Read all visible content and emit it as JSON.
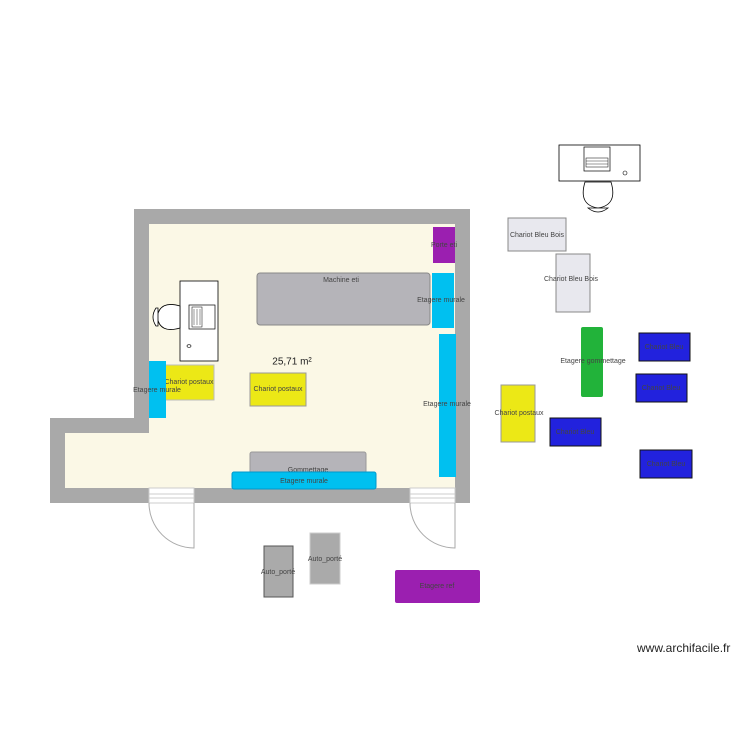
{
  "plan": {
    "area_label": "25,71 m²",
    "watermark": "www.archifacile.fr",
    "colors": {
      "wall": "#a9a9a9",
      "floor": "#fbf8e6",
      "cyan": "#00c0f0",
      "yellow": "#ece816",
      "purple": "#9b1fb0",
      "gray": "#b5b4b9",
      "blue": "#2222dd",
      "green": "#22b33a",
      "light": "#e8e8ee"
    }
  },
  "items": {
    "porte_eti": "Porte eti",
    "machine_eti": "Machine eti",
    "etagere_murale_1": "Etagere murale",
    "etagere_murale_2": "Etagere murale",
    "etagere_murale_3": "Etagere murale",
    "etagere_murale_4": "Etagere murale",
    "chariot_postaux_1": "Chariot postaux",
    "chariot_postaux_2": "Chariot postaux",
    "chariot_postaux_3": "Chariot postaux",
    "gommettage": "Gommettage",
    "chariot_bleu_bois_1": "Chariot Bleu Bois",
    "chariot_bleu_bois_2": "Chariot Bleu Bois",
    "etagere_gommettage": "Etagere gommettage",
    "chariot_bleu_1": "Chariot Bleu",
    "chariot_bleu_2": "Chariot Bleu",
    "chariot_bleu_3": "Chariot Bleu",
    "chariot_bleu_4": "Chariot Bleu",
    "auto_porte_1": "Auto_porté",
    "auto_porte_2": "Auto_porté",
    "etagere_ref": "Etagere ref"
  }
}
